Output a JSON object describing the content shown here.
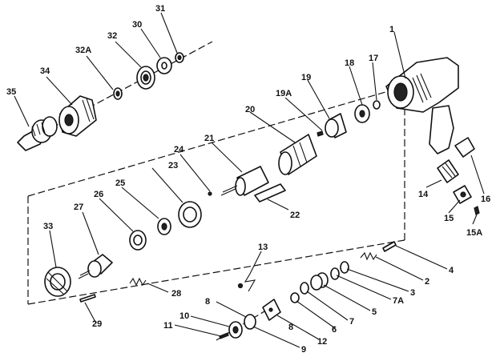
{
  "callouts": {
    "p1": "1",
    "p2": "2",
    "p3": "3",
    "p4": "4",
    "p5": "5",
    "p6": "6",
    "p7": "7",
    "p7a": "7A",
    "p8a": "8",
    "p8b": "8",
    "p9": "9",
    "p10": "10",
    "p11": "11",
    "p12": "12",
    "p13": "13",
    "p14": "14",
    "p15": "15",
    "p15a": "15A",
    "p16": "16",
    "p17": "17",
    "p18": "18",
    "p19": "19",
    "p19a": "19A",
    "p20": "20",
    "p21": "21",
    "p22": "22",
    "p23": "23",
    "p24": "24",
    "p25": "25",
    "p26": "26",
    "p27": "27",
    "p28": "28",
    "p29": "29",
    "p30": "30",
    "p31": "31",
    "p32": "32",
    "p32a": "32A",
    "p33": "33",
    "p34": "34",
    "p35": "35"
  }
}
